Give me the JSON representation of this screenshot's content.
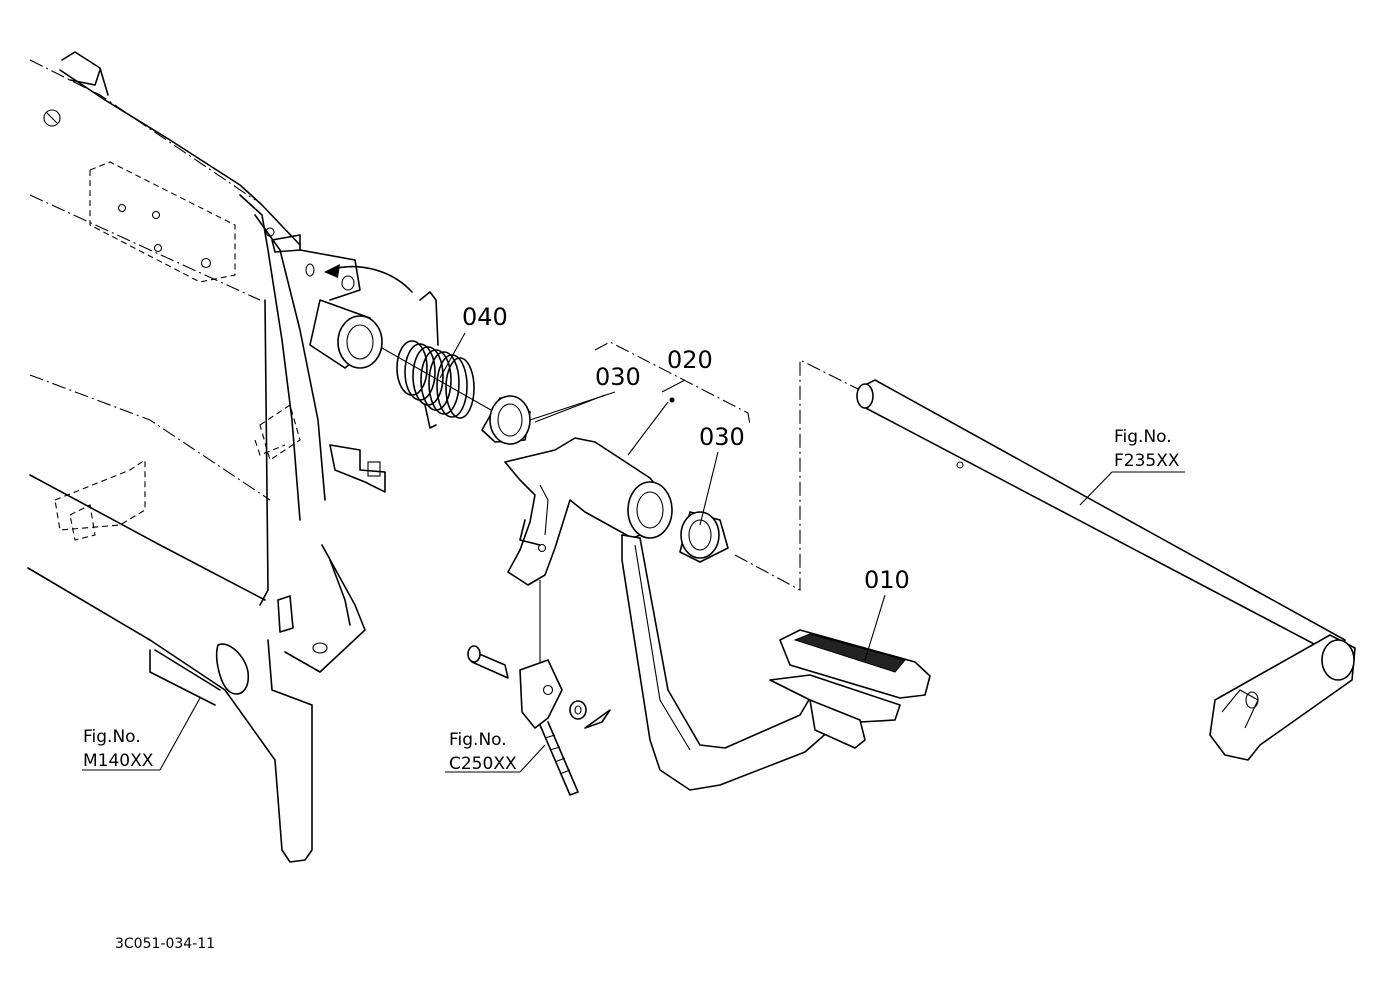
{
  "callouts": {
    "p040": "040",
    "p030a": "030",
    "p020": "020",
    "p030b": "030",
    "p010": "010"
  },
  "references": {
    "m140": {
      "line1": "Fig.No.",
      "line2": "M140XX"
    },
    "c250": {
      "line1": "Fig.No.",
      "line2": "C250XX"
    },
    "f235": {
      "line1": "Fig.No.",
      "line2": "F235XX"
    }
  },
  "drawing_code": "3C051-034-11"
}
